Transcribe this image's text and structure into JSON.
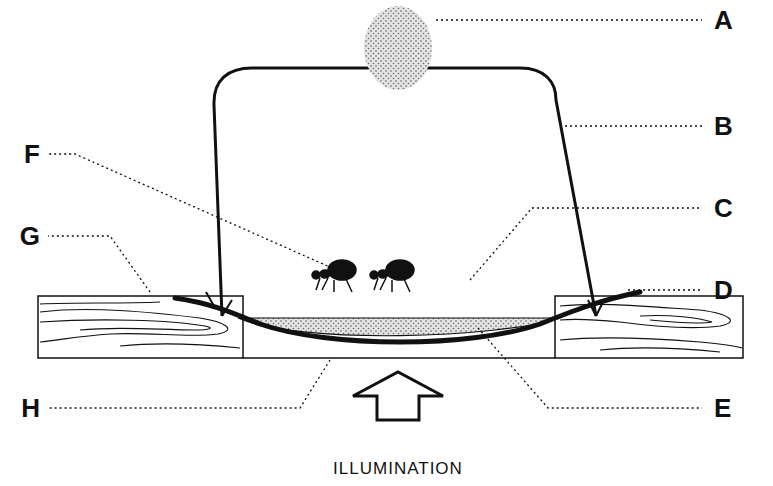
{
  "diagram": {
    "labels": [
      "A",
      "B",
      "C",
      "D",
      "E",
      "F",
      "G",
      "H",
      "ILLUMINATION"
    ]
  }
}
